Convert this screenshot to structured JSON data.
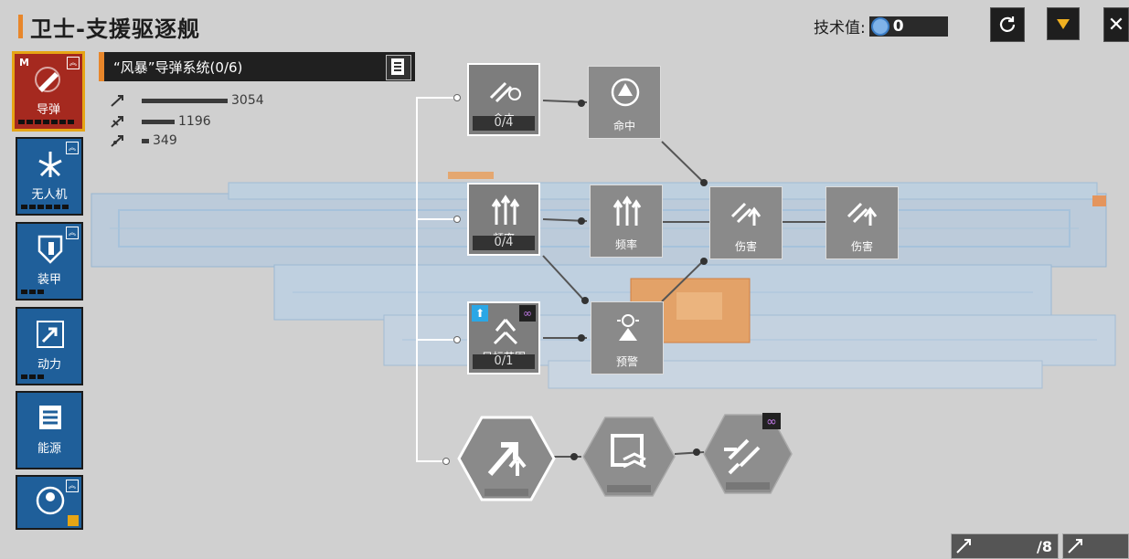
{
  "header": {
    "title": "卫士-支援驱逐舰",
    "tech_label": "技术值:",
    "tech_value": "0"
  },
  "sidebar": {
    "items": [
      {
        "label": "导弹",
        "icon": "missile-icon",
        "mark": "M"
      },
      {
        "label": "无人机",
        "icon": "drone-icon"
      },
      {
        "label": "装甲",
        "icon": "armor-icon"
      },
      {
        "label": "动力",
        "icon": "engine-icon"
      },
      {
        "label": "能源",
        "icon": "energy-icon"
      },
      {
        "label": "",
        "icon": "radar-icon"
      }
    ]
  },
  "system": {
    "title": "“风暴”导弹系统(0/6)",
    "stats": [
      "3054",
      "1196",
      "349"
    ]
  },
  "nodes": {
    "hit_main": {
      "label": "命中",
      "count": "0/4"
    },
    "hit": {
      "label": "命中"
    },
    "rate_main": {
      "label": "频率",
      "count": "0/4"
    },
    "rate": {
      "label": "频率"
    },
    "damage1": {
      "label": "伤害"
    },
    "damage2": {
      "label": "伤害"
    },
    "range_main": {
      "label": "目标范围",
      "count": "0/1"
    },
    "warning": {
      "label": "预警"
    }
  },
  "footer": {
    "counter": "/8"
  },
  "colors": {
    "accent_orange": "#e8862a",
    "active_red": "#a5291f",
    "active_border": "#e6a515",
    "category_blue": "#1f5f9a",
    "link_purple": "#c27ae8",
    "upgrade_cyan": "#2ba7e6"
  }
}
